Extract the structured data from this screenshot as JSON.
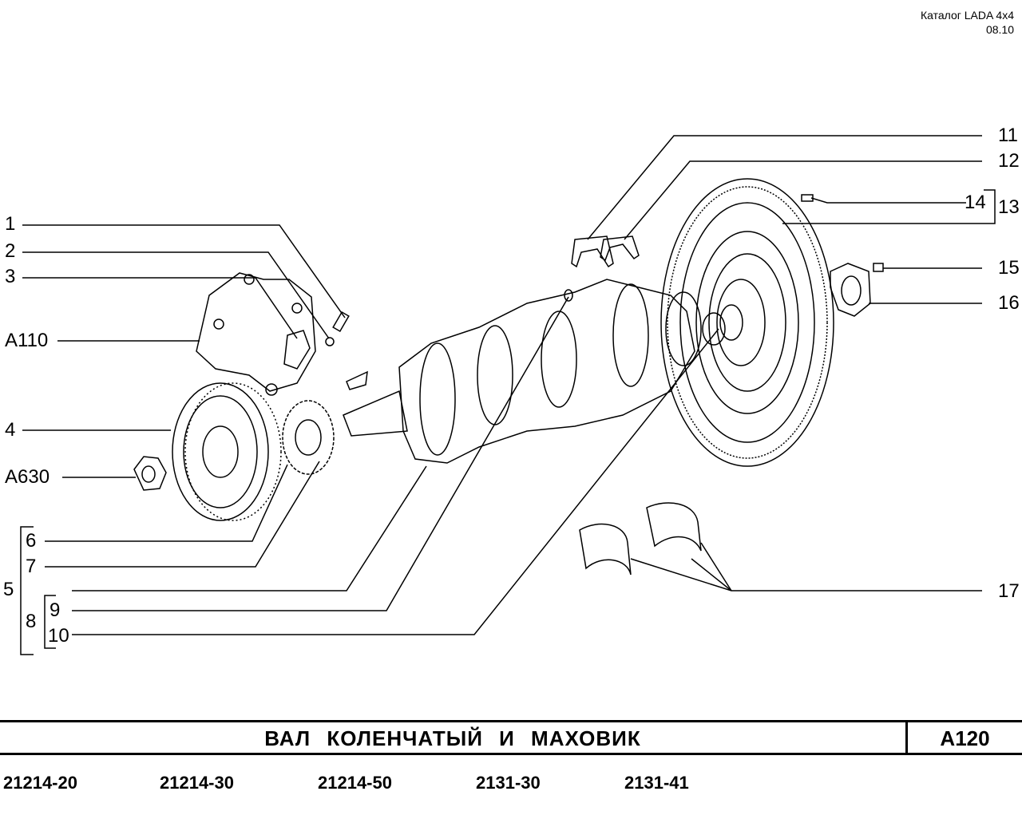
{
  "header": {
    "catalog": "Каталог  LADA  4x4",
    "date": "08.10"
  },
  "callouts": {
    "c1": "1",
    "c2": "2",
    "c3": "3",
    "cA110": "A110",
    "c4": "4",
    "cA630": "A630",
    "c5": "5",
    "c6": "6",
    "c7": "7",
    "c8": "8",
    "c9": "9",
    "c10": "10",
    "c11": "11",
    "c12": "12",
    "c13": "13",
    "c14": "14",
    "c15": "15",
    "c16": "16",
    "c17": "17"
  },
  "footer": {
    "title": "ВАЛ  КОЛЕНЧАТЫЙ  И  МАХОВИК",
    "code": "A120",
    "models": [
      "21214-20",
      "21214-30",
      "21214-50",
      "2131-30",
      "2131-41"
    ]
  }
}
